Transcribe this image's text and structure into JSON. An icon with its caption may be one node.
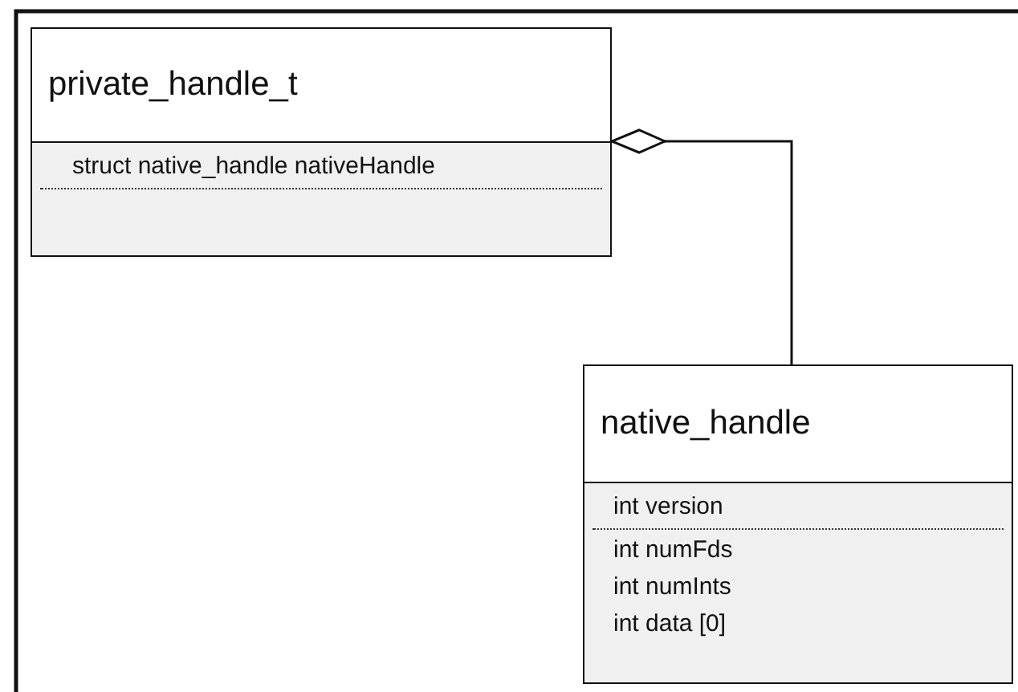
{
  "diagram": {
    "nodes": [
      {
        "text": [
          "private_handle_t",
          "struct native_handle nativeHandle"
        ]
      },
      {
        "text": [
          "native_handle",
          "int version",
          "int numFds",
          "int numInts",
          "int data [0]"
        ]
      }
    ],
    "edges": [
      {
        "from": 0,
        "to": 1,
        "arrow": "other"
      }
    ]
  }
}
